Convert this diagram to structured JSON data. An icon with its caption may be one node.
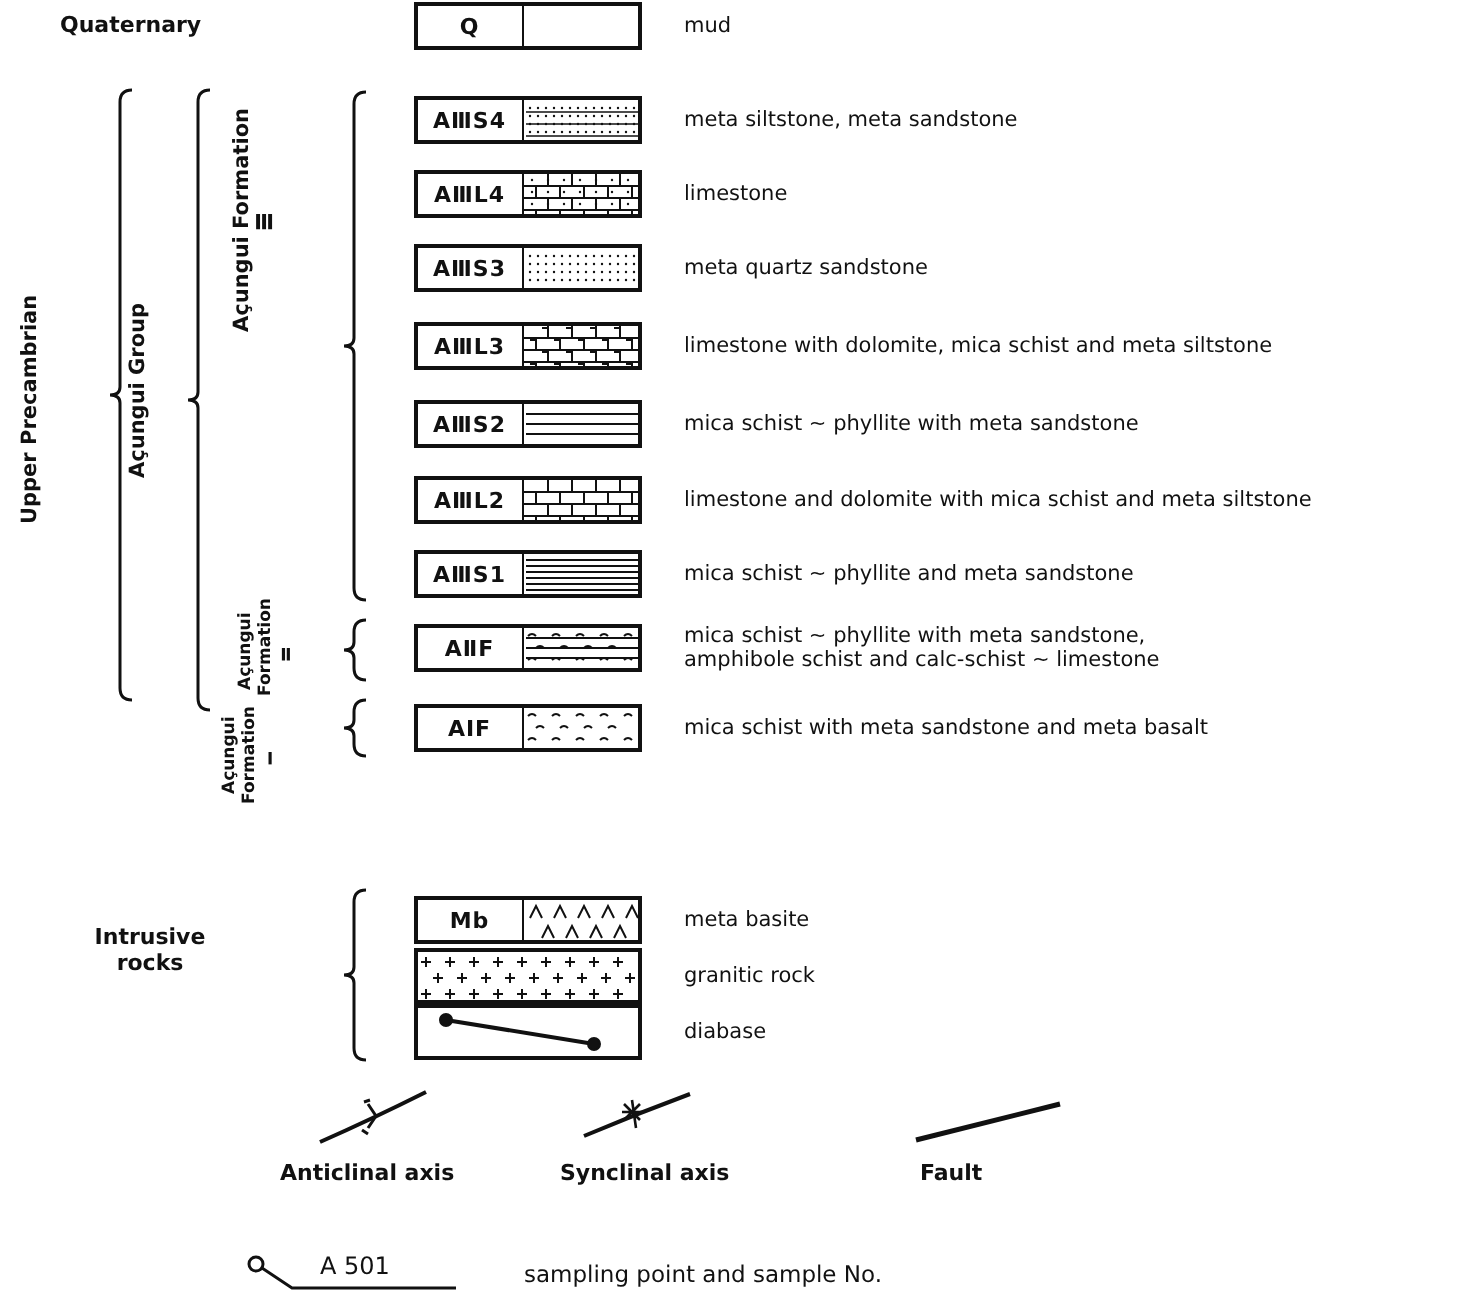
{
  "diagram": {
    "nodes": [
      {
        "text": [
          "Q"
        ],
        "beside": [
          "mud"
        ]
      },
      {
        "text": [
          "AⅢS4"
        ],
        "beside": [
          "meta siltstone, meta sandstone"
        ]
      },
      {
        "text": [
          "AⅢL4"
        ],
        "beside": [
          "limestone"
        ]
      },
      {
        "text": [
          "AⅢS3"
        ],
        "beside": [
          "meta quartz sandstone"
        ]
      },
      {
        "text": [
          "AⅢL3"
        ],
        "beside": [
          "limestone with dolomite, mica schist and meta siltstone"
        ]
      },
      {
        "text": [
          "AⅢS2"
        ],
        "beside": [
          "mica schist ~ phyllite with meta sandstone"
        ]
      },
      {
        "text": [
          "AⅢL2"
        ],
        "beside": [
          "limestone and dolomite with mica schist and meta siltstone"
        ]
      },
      {
        "text": [
          "AⅢS1"
        ],
        "beside": [
          "mica schist ~ phyllite and meta sandstone"
        ]
      },
      {
        "text": [
          "AⅡF"
        ],
        "beside": [
          "mica schist ~ phyllite with meta sandstone, amphibole schist and calc-schist ~ limestone"
        ]
      },
      {
        "text": [
          "AⅠF"
        ],
        "beside": [
          "mica schist with meta sandstone and meta basalt"
        ]
      },
      {
        "text": [
          "Mb"
        ],
        "beside": [
          "meta basite"
        ]
      },
      {
        "text": [],
        "shape": "box",
        "beside": [
          "granitic rock"
        ]
      },
      {
        "text": [],
        "shape": "box",
        "beside": [
          "diabase"
        ]
      }
    ],
    "labels": [
      "Quaternary",
      "Upper Precambrian",
      "Açungui Group",
      "Açungui Formation Ⅲ",
      "Açungui Formation Ⅱ",
      "Açungui Formation Ⅰ",
      "Intrusive rocks",
      "A 501"
    ],
    "legend": [
      {
        "text": "Anticlinal axis"
      },
      {
        "text": "Synclinal axis"
      },
      {
        "text": "Fault"
      },
      {
        "text": "sampling point and sample No."
      }
    ]
  }
}
